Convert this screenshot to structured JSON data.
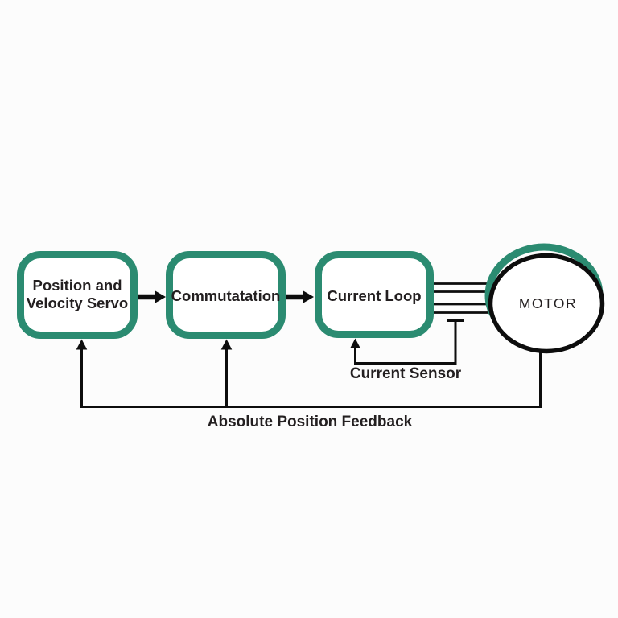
{
  "diagram": {
    "colors": {
      "accent_teal": "#2b8b71",
      "line_black": "#0d0d0d",
      "text_black": "#231f20",
      "background": "#fcfcfc"
    },
    "blocks": [
      {
        "name": "position-velocity-servo",
        "label_line1": "Position and",
        "label_line2": "Velocity Servo"
      },
      {
        "name": "commutatation",
        "label": "Commutatation"
      },
      {
        "name": "current-loop",
        "label": "Current Loop"
      },
      {
        "name": "motor",
        "label": "MOTOR"
      }
    ],
    "annotations": {
      "current_sensor": "Current Sensor",
      "absolute_position_feedback": "Absolute Position Feedback"
    }
  }
}
